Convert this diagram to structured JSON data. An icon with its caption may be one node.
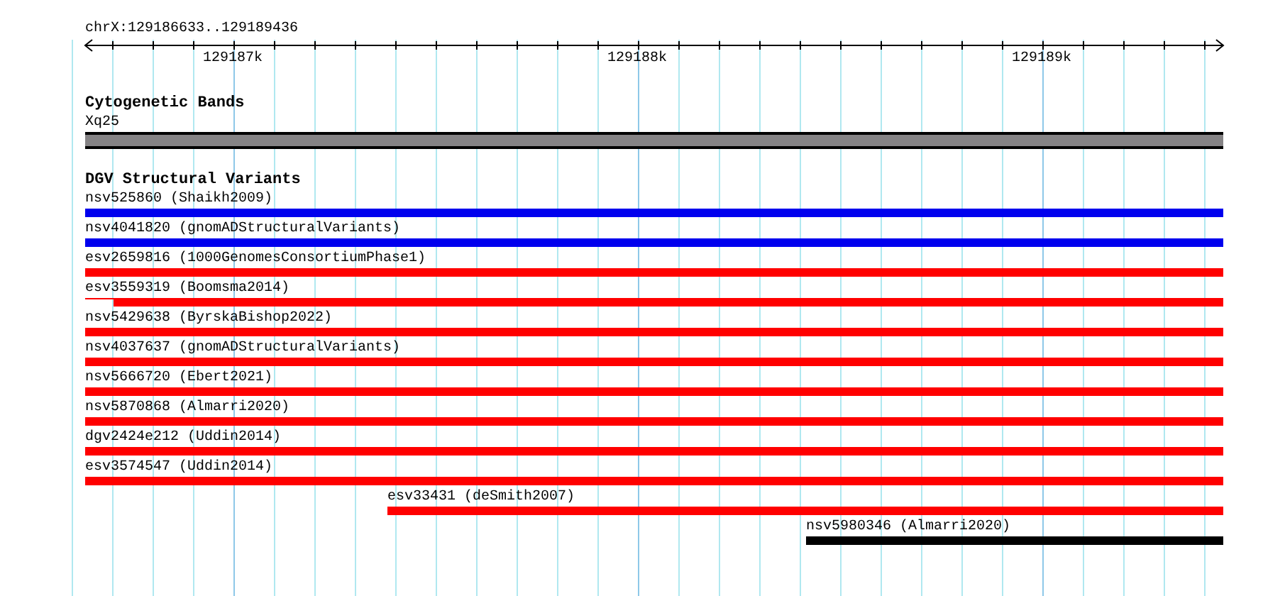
{
  "diagram": {
    "nodes": [
      {
        "text": [
          "Xq25"
        ]
      },
      {
        "text": [
          "nsv525860 (Shaikh2009)"
        ]
      },
      {
        "text": [
          "nsv4041820 (gnomADStructuralVariants)"
        ]
      },
      {
        "text": [
          "esv2659816 (1000GenomesConsortiumPhase1)"
        ]
      },
      {
        "text": [
          "esv3559319 (Boomsma2014)"
        ]
      },
      {
        "text": [
          "nsv5429638 (ByrskaBishop2022)"
        ]
      },
      {
        "text": [
          "nsv4037637 (gnomADStructuralVariants)"
        ]
      },
      {
        "text": [
          "nsv5666720 (Ebert2021)"
        ]
      },
      {
        "text": [
          "nsv5870868 (Almarri2020)"
        ]
      },
      {
        "text": [
          "dgv2424e212 (Uddin2014)"
        ]
      },
      {
        "text": [
          "esv3574547 (Uddin2014)"
        ]
      },
      {
        "text": [
          "esv33431 (deSmith2007)"
        ]
      },
      {
        "text": [
          "nsv5980346 (Almarri2020)"
        ]
      }
    ],
    "edges": [],
    "labels": [
      "chrX:129186633..129189436",
      "129187k",
      "129188k",
      "129189k",
      "Cytogenetic Bands",
      "DGV Structural Variants"
    ]
  }
}
